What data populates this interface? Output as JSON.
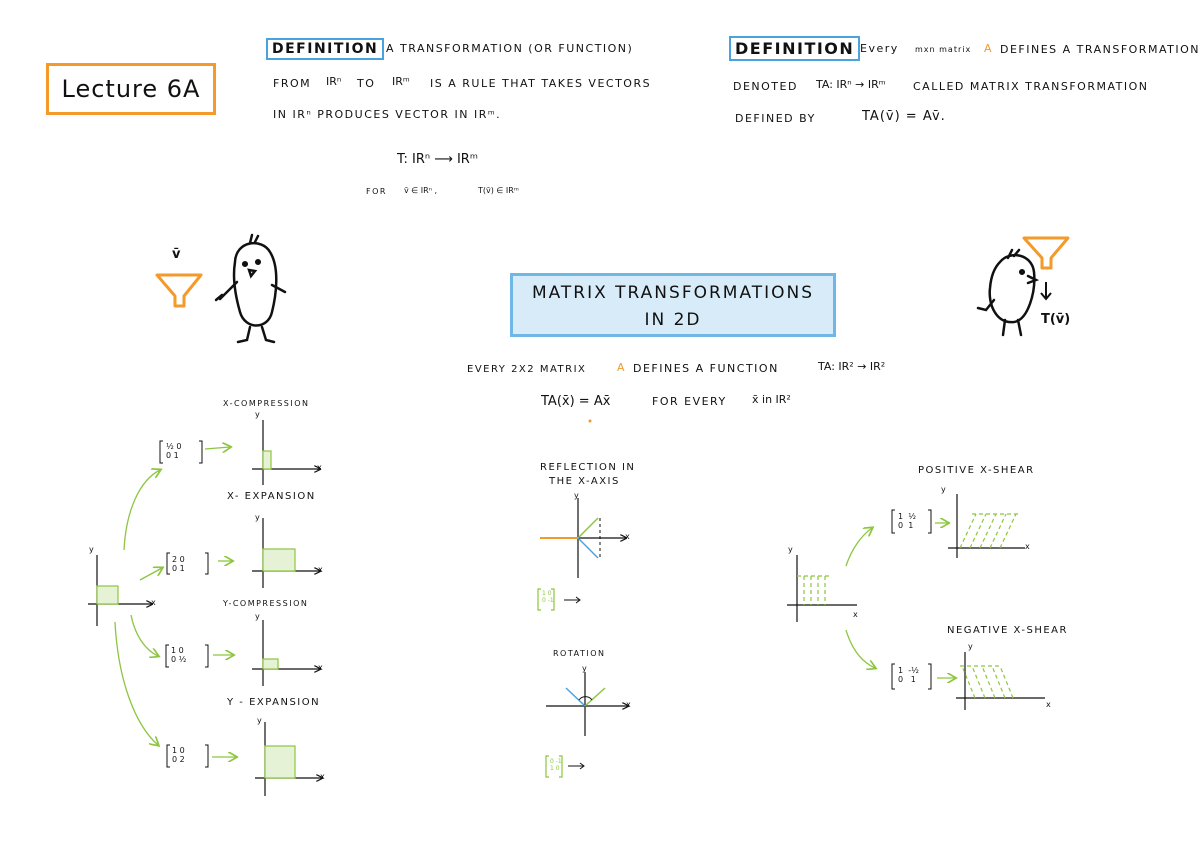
{
  "lecture": {
    "title": "Lecture 6A"
  },
  "definition1": {
    "label": "Definition",
    "line1": "A transformation (or function)",
    "line2a": "from",
    "line2b": "IRⁿ",
    "line2c": "to",
    "line2d": "IRᵐ",
    "line2e": "is a rule that takes vectors",
    "line3": "in IRⁿ produces vector in IRᵐ.",
    "mapping": "T: IRⁿ ⟶ IRᵐ",
    "for_label": "for",
    "for_v": "v̄ ∈ IRⁿ ,",
    "for_tv": "T(v̄) ∈ IRᵐ"
  },
  "definition2": {
    "label": "Definition",
    "line1a": "Every",
    "line1b": "mxn matrix",
    "line1c": "A",
    "line1d": "defines a transformation",
    "line2a": "Denoted",
    "line2b": "TA: IRⁿ → IRᵐ",
    "line2c": "called matrix transformation",
    "line3a": "Defined by",
    "line3b": "TA(v̄) = Av̄."
  },
  "illustration": {
    "v_label": "v̄",
    "tv_label": "T(v̄)"
  },
  "section": {
    "title_line1": "Matrix Transformations",
    "title_line2": "in 2D",
    "statement_a": "Every 2x2 matrix",
    "statement_b": "A",
    "statement_c": "defines a function",
    "statement_d": "TA: IR² → IR²",
    "formula_a": "TA(x̄) = Ax̄",
    "formula_b": "for every",
    "formula_c": "x̄ in IR²"
  },
  "scaling": {
    "x_compression": "x-compression",
    "x_expansion": "x- expansion",
    "y_compression": "y-compression",
    "y_expansion": "y - expansion",
    "m1": [
      "½",
      "0",
      "0",
      "1"
    ],
    "m2": [
      "2",
      "0",
      "0",
      "1"
    ],
    "m3": [
      "1",
      "0",
      "0",
      "½"
    ],
    "m4": [
      "1",
      "0",
      "0",
      "2"
    ],
    "arrow": "→"
  },
  "reflection": {
    "title_line1": "Reflection in",
    "title_line2": "the x-axis",
    "matrix": [
      "1",
      "0",
      "0",
      "-1"
    ]
  },
  "rotation": {
    "title": "Rotation",
    "matrix": [
      "0",
      "-1",
      "1",
      "0"
    ]
  },
  "shear": {
    "positive": "Positive x-shear",
    "negative": "Negative x-shear",
    "m_pos": [
      "1",
      "½",
      "0",
      "1"
    ],
    "m_neg": [
      "1",
      "-½",
      "0",
      "1"
    ]
  },
  "axes": {
    "x": "x",
    "y": "y"
  },
  "colors": {
    "orange": "#f39a2a",
    "blue": "#4aa3df",
    "green": "#8cc63f",
    "light_blue": "#d7ebf8"
  }
}
